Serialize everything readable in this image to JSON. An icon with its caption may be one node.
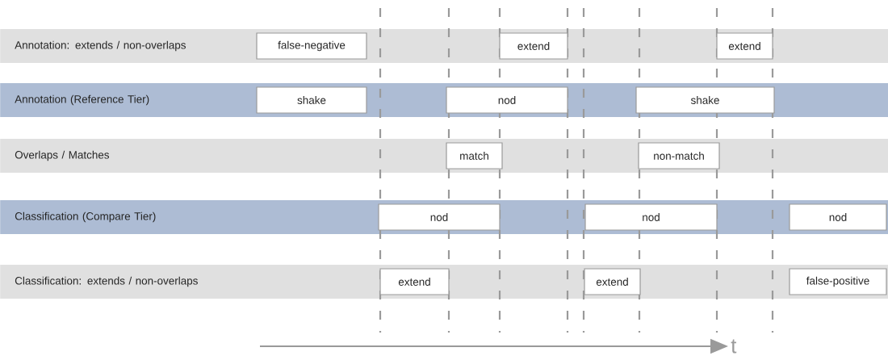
{
  "diagram": {
    "nodes": [
      {
        "text": [
          "Annotation: extends / non-overlaps"
        ]
      },
      {
        "text": [
          "false-negative"
        ],
        "in": 0
      },
      {
        "text": [
          "extend"
        ],
        "in": 0
      },
      {
        "text": [
          "extend"
        ],
        "in": 0
      },
      {
        "text": [
          "Annotation (Reference Tier)"
        ]
      },
      {
        "text": [
          "shake"
        ],
        "in": 4
      },
      {
        "text": [
          "nod"
        ],
        "in": 4
      },
      {
        "text": [
          "shake"
        ],
        "in": 4
      },
      {
        "text": [
          "Overlaps / Matches"
        ]
      },
      {
        "text": [
          "match"
        ],
        "in": 8
      },
      {
        "text": [
          "non-match"
        ],
        "in": 8
      },
      {
        "text": [
          "Classification (Compare Tier)"
        ]
      },
      {
        "text": [
          "nod"
        ],
        "in": 11
      },
      {
        "text": [
          "nod"
        ],
        "in": 11
      },
      {
        "text": [
          "nod"
        ],
        "in": 11
      },
      {
        "text": [
          "Classification: extends / non-overlaps"
        ]
      },
      {
        "text": [
          "extend"
        ],
        "in": 15
      },
      {
        "text": [
          "extend"
        ],
        "in": 15
      },
      {
        "text": [
          "false-positive"
        ],
        "in": 15
      }
    ],
    "labels": [
      "t"
    ]
  }
}
